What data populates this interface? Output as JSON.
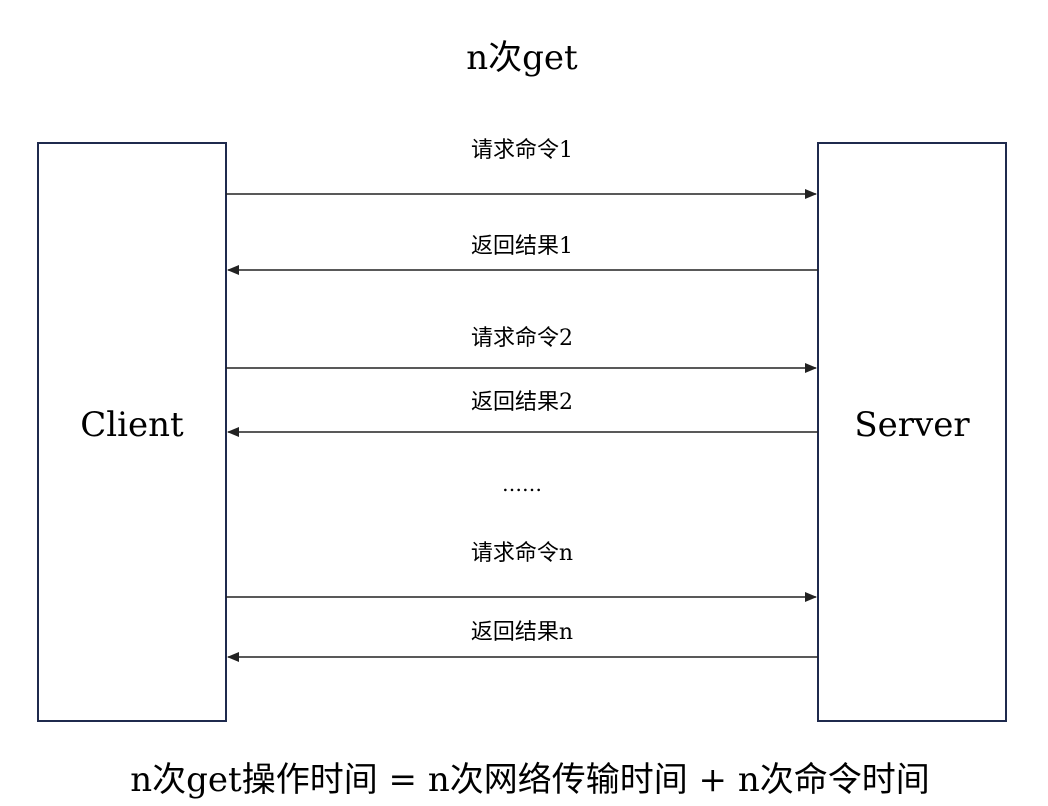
{
  "title": "n次get",
  "client": {
    "label": "Client"
  },
  "server": {
    "label": "Server"
  },
  "messages": [
    {
      "label": "请求命令1",
      "direction": "client-to-server"
    },
    {
      "label": "返回结果1",
      "direction": "server-to-client"
    },
    {
      "label": "请求命令2",
      "direction": "client-to-server"
    },
    {
      "label": "返回结果2",
      "direction": "server-to-client"
    },
    {
      "label": "请求命令n",
      "direction": "client-to-server"
    },
    {
      "label": "返回结果n",
      "direction": "server-to-client"
    }
  ],
  "ellipsis": "……",
  "formula": "n次get操作时间 = n次网络传输时间 + n次命令时间",
  "colors": {
    "box_border": "#1f2a4d",
    "line": "#222222"
  }
}
